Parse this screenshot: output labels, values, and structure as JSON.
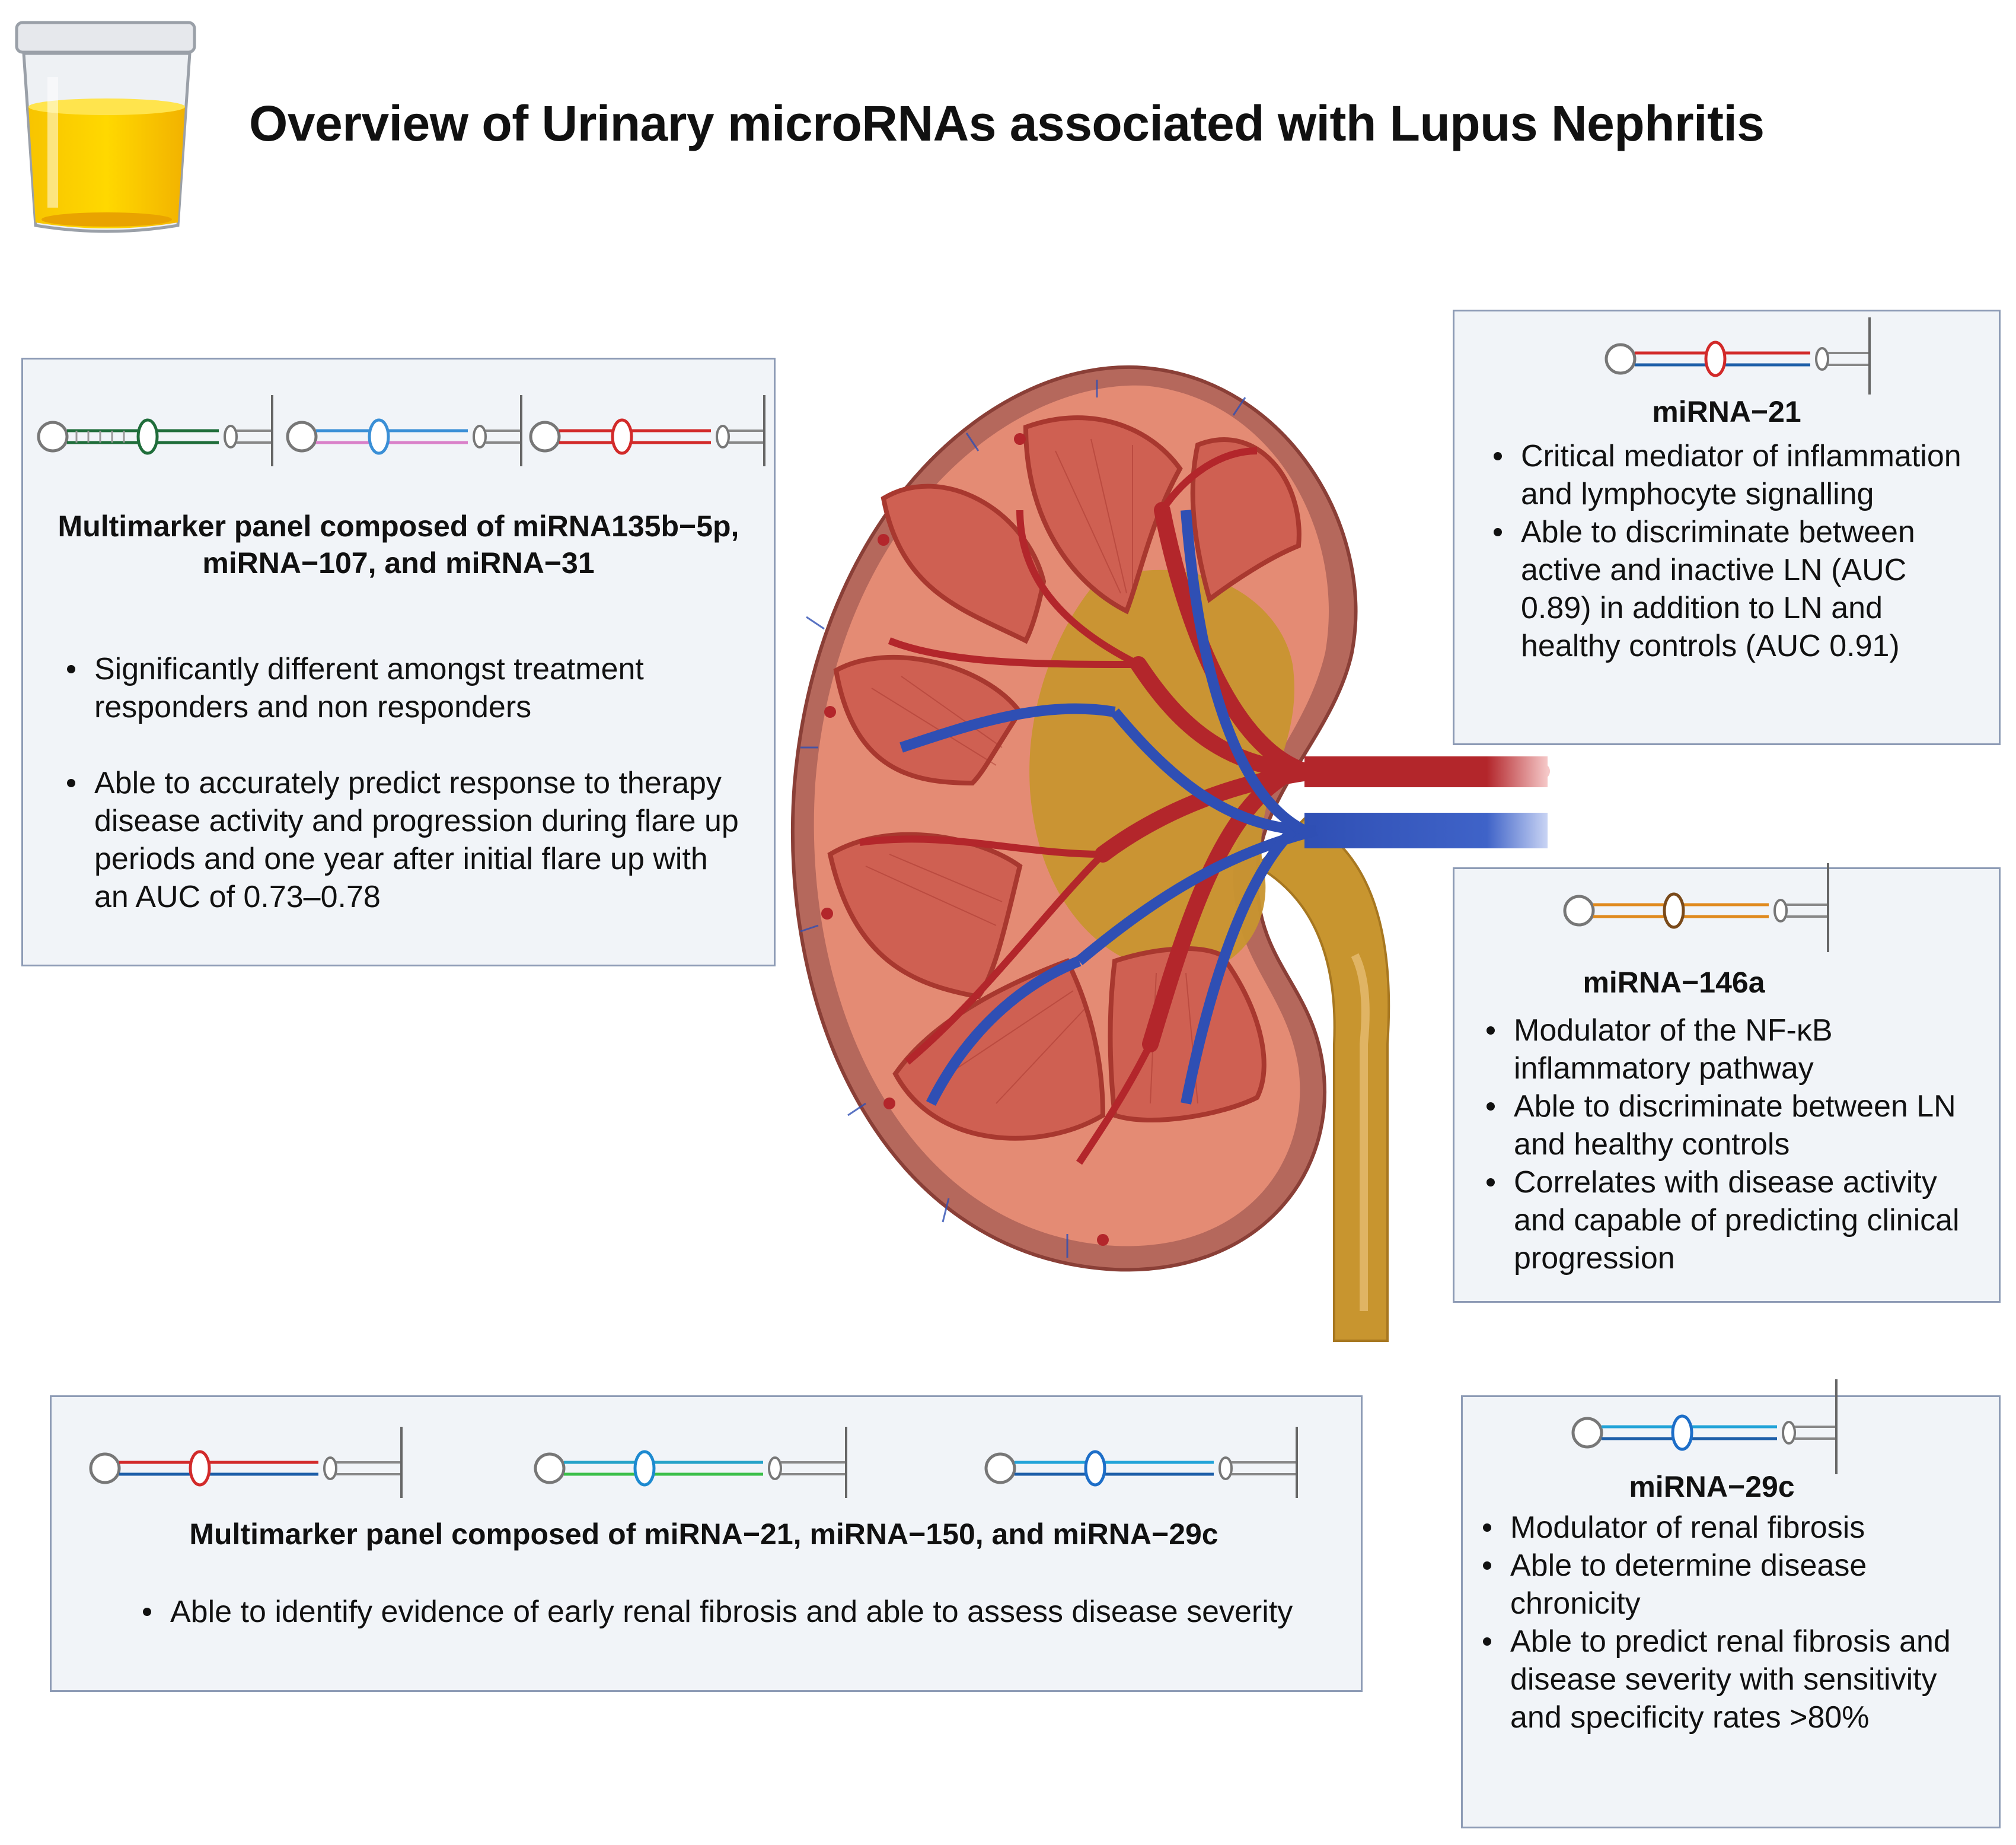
{
  "title": "Overview of Urinary microRNAs associated with Lupus Nephritis",
  "icons": {
    "urine_cup": "urine-cup-icon",
    "kidney": "kidney-illustration",
    "mirna": "mirna-hairpin-icon"
  },
  "colors": {
    "panel_bg": "#f1f4f8",
    "panel_border": "#8d9bb5",
    "artery": "#b3262b",
    "vein": "#2f4fb4",
    "ureter": "#c8952f",
    "cortex": "#e48b74"
  },
  "panels": {
    "top_left": {
      "header": "Multimarker panel composed of miRNA135b−5p, miRNA−107, and miRNA−31",
      "bullets": [
        "Significantly different amongst treatment responders and non responders",
        "Able to accurately predict response to therapy disease activity and progression during flare up periods and one year after initial flare up  with an AUC of 0.73–0.78"
      ]
    },
    "bottom_left": {
      "header": "Multimarker panel composed of miRNA−21, miRNA−150, and miRNA−29c",
      "bullets": [
        "Able to identify evidence of early renal fibrosis and able to assess disease severity"
      ]
    },
    "mirna21": {
      "header": "miRNA−21",
      "bullets": [
        "Critical mediator of inflammation and lymphocyte signalling",
        "Able to discriminate between active and inactive LN (AUC 0.89) in addition to LN and healthy controls (AUC 0.91)"
      ]
    },
    "mirna146a": {
      "header": "miRNA−146a",
      "bullets": [
        "Modulator of the NF-κB inflammatory pathway",
        "Able to discriminate between LN and healthy controls",
        "Correlates with disease activity and capable of predicting clinical progression"
      ]
    },
    "mirna29c": {
      "header": "miRNA−29c",
      "bullets": [
        "Modulator of renal fibrosis",
        "Able to determine disease chronicity",
        "Able to predict renal fibrosis and disease severity with sensitivity and specificity rates >80%"
      ]
    }
  }
}
